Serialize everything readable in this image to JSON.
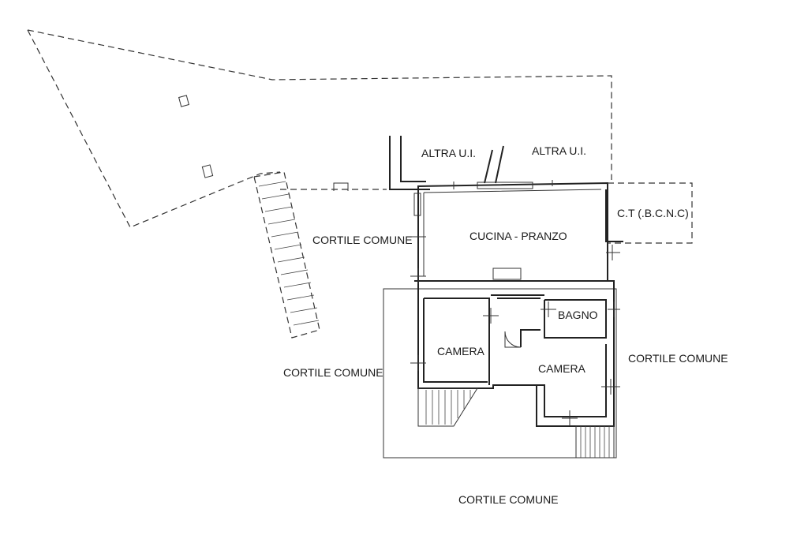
{
  "labels": {
    "altra_ui_1": "ALTRA U.I.",
    "altra_ui_2": "ALTRA U.I.",
    "ct": "C.T (.B.C.N.C)",
    "cucina": "CUCINA - PRANZO",
    "bagno": "BAGNO",
    "camera_1": "CAMERA",
    "camera_2": "CAMERA",
    "cortile_1": "CORTILE COMUNE",
    "cortile_2": "CORTILE COMUNE",
    "cortile_3": "CORTILE COMUNE",
    "cortile_4": "CORTILE COMUNE"
  }
}
